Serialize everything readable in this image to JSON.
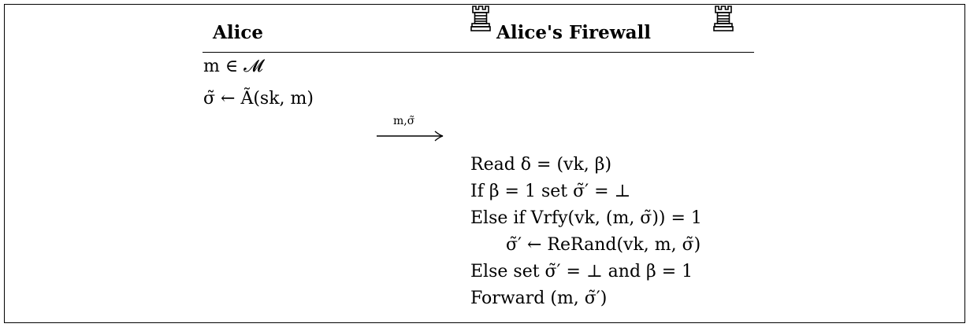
{
  "headers": {
    "alice": "Alice",
    "firewall": "Alice's Firewall"
  },
  "icons": {
    "left": "rook-icon",
    "right": "rook-icon"
  },
  "alice_lines": [
    "m ∈ 𝓜",
    "σ̃ ← Ã(sk, m)"
  ],
  "message": {
    "label": "m,σ̃"
  },
  "firewall_lines": [
    "Read δ = (vk, β)",
    "If β = 1 set σ̃′ = ⊥",
    "Else if Vrfy(vk, (m, σ̃)) = 1",
    "σ̃′ ← ReRand(vk, m, σ̃)",
    "Else set σ̃′ = ⊥ and β = 1",
    "Forward (m, σ̃′)"
  ]
}
